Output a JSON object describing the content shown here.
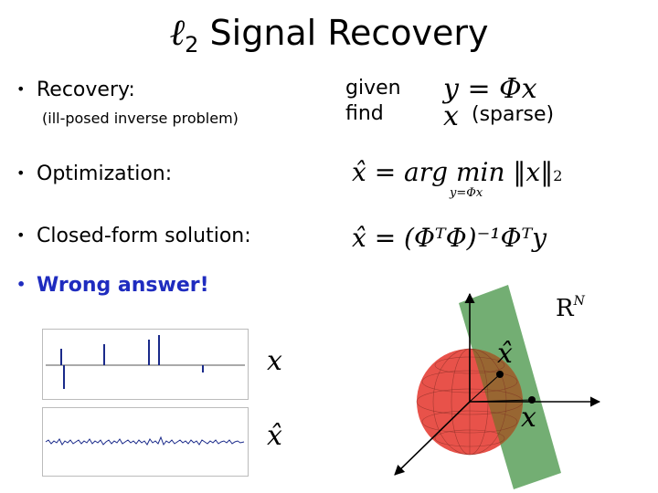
{
  "title": {
    "symbol": "ℓ",
    "subscript": "2",
    "text": "Signal Recovery"
  },
  "bullets": {
    "recovery": "Recovery:",
    "recovery_note": "(ill-posed inverse problem)",
    "optimization": "Optimization:",
    "closed_form": "Closed-form solution:",
    "wrong": "Wrong answer!"
  },
  "given_find": {
    "given": "given",
    "find": "find",
    "eq_given": "y = Φx",
    "var_find": "x",
    "sparse": "(sparse)"
  },
  "optimization_eq": {
    "lhs": "x̂ = arg min",
    "norm": "‖x‖",
    "norm_sub": "2",
    "constraint": "y=Φx"
  },
  "closed_form_eq": {
    "text": "x̂ = (ΦᵀΦ)⁻¹Φᵀy"
  },
  "plots": {
    "top_label": "x",
    "bottom_label": "x̂"
  },
  "geometry": {
    "space_label": "R",
    "space_sup": "N",
    "xhat_label": "x̂",
    "x_label": "x"
  },
  "colors": {
    "accent": "#1f2cbf",
    "ball": "#e8524a",
    "plane": "#5aa05a"
  }
}
